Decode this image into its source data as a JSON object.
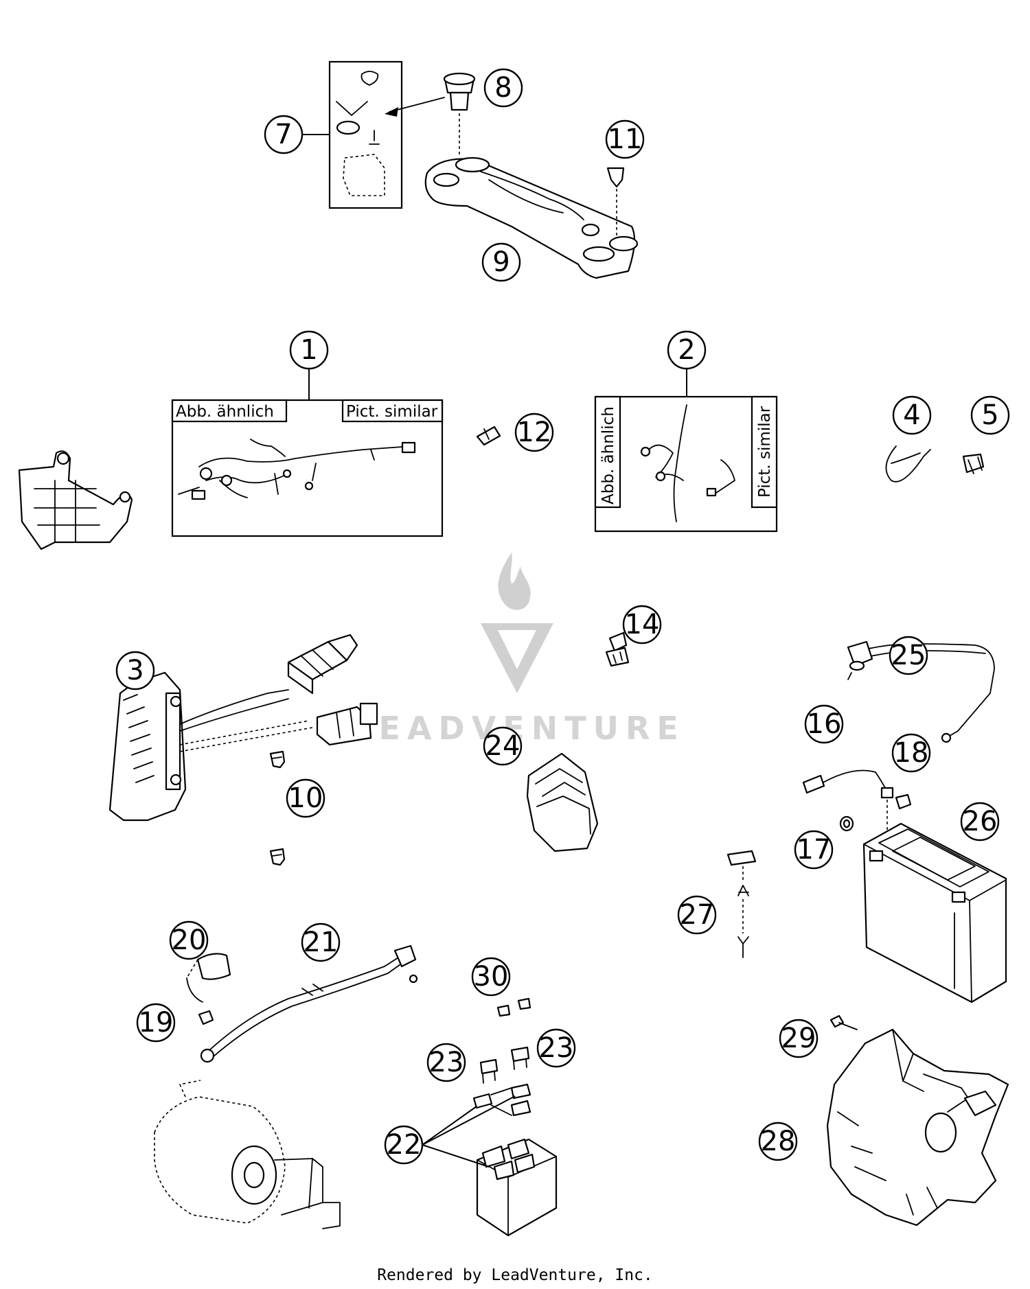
{
  "callouts": {
    "c1": "1",
    "c2": "2",
    "c3": "3",
    "c4": "4",
    "c5": "5",
    "c7": "7",
    "c8": "8",
    "c9": "9",
    "c10": "10",
    "c11": "11",
    "c12": "12",
    "c14": "14",
    "c16": "16",
    "c17": "17",
    "c18": "18",
    "c19": "19",
    "c20": "20",
    "c21": "21",
    "c22": "22",
    "c23a": "23",
    "c23b": "23",
    "c24": "24",
    "c25": "25",
    "c26": "26",
    "c27": "27",
    "c28": "28",
    "c29": "29",
    "c30": "30"
  },
  "inset_labels": {
    "box1_left": "Abb. ähnlich",
    "box1_right": "Pict. similar",
    "box2_left": "Abb. ähnlich",
    "box2_right": "Pict. similar"
  },
  "watermark": {
    "text": "LEADVENTURE"
  },
  "footer": {
    "credit": "Rendered by LeadVenture, Inc."
  }
}
